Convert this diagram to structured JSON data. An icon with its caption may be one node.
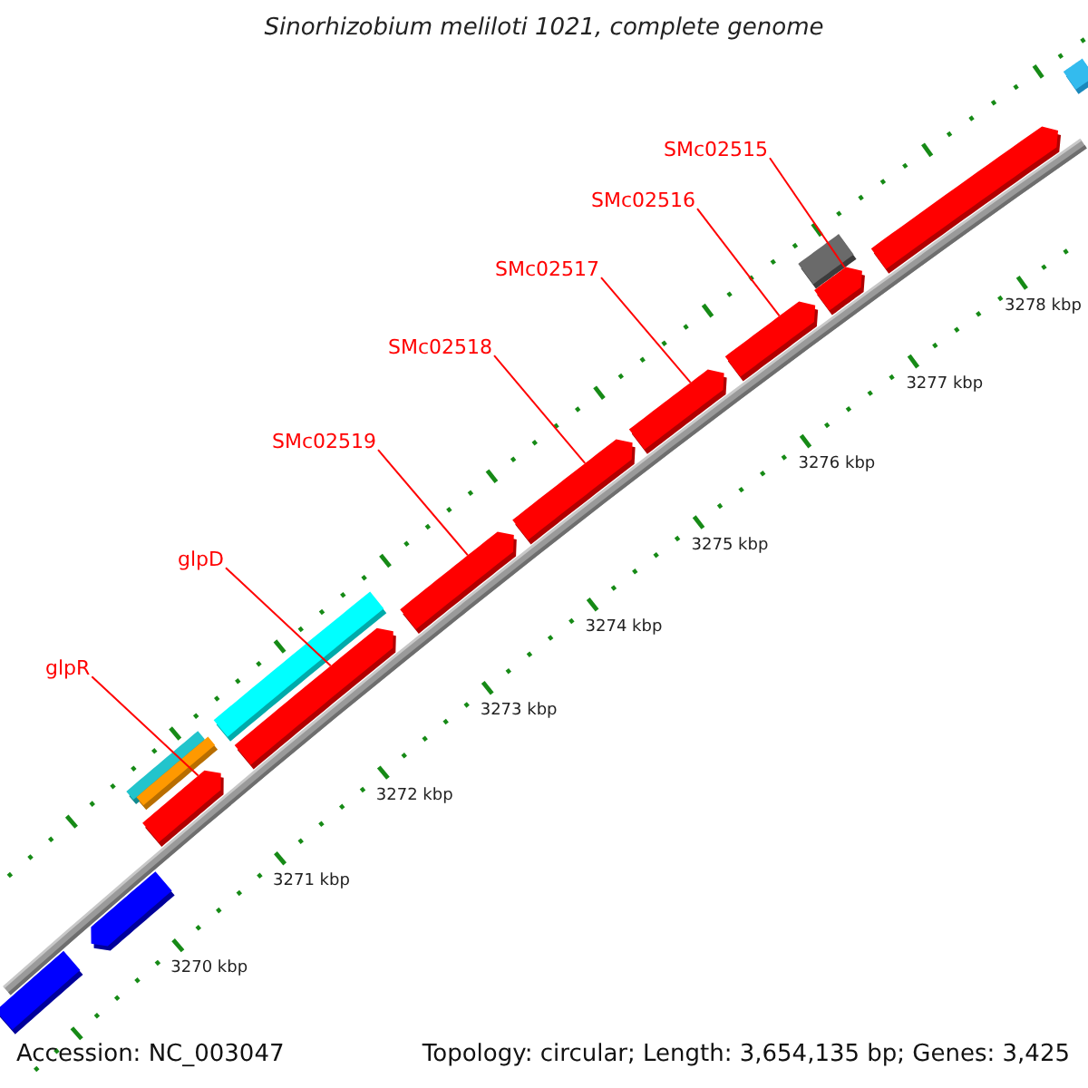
{
  "diagram": {
    "title": "Sinorhizobium meliloti 1021, complete genome",
    "nodes": [
      {
        "text": [
          "SMc02515"
        ]
      },
      {
        "text": [
          "SMc02516"
        ]
      },
      {
        "text": [
          "SMc02517"
        ]
      },
      {
        "text": [
          "SMc02518"
        ]
      },
      {
        "text": [
          "SMc02519"
        ]
      },
      {
        "text": [
          "glpD"
        ]
      },
      {
        "text": [
          "glpR"
        ]
      },
      {
        "text": [],
        "shape": "bar"
      },
      {
        "text": [],
        "shape": "bar"
      },
      {
        "text": [],
        "shape": "bar"
      },
      {
        "text": [],
        "shape": "bar"
      },
      {
        "text": [],
        "shape": "bar"
      },
      {
        "text": [],
        "shape": "bar"
      },
      {
        "text": [],
        "shape": "bar"
      },
      {
        "text": [],
        "shape": "bar"
      },
      {
        "text": [],
        "shape": "bar"
      },
      {
        "text": [],
        "shape": "bar"
      },
      {
        "text": [],
        "shape": "bar"
      },
      {
        "text": [],
        "shape": "bar"
      },
      {
        "text": [],
        "shape": "bar"
      },
      {
        "text": [],
        "shape": "bar"
      },
      {
        "text": [],
        "shape": "bar"
      }
    ],
    "edges": [
      {
        "from": 0,
        "to": 19,
        "arrow": "none"
      },
      {
        "from": 1,
        "to": 17,
        "arrow": "none"
      },
      {
        "from": 2,
        "to": 16,
        "arrow": "none"
      },
      {
        "from": 3,
        "to": 15,
        "arrow": "none"
      },
      {
        "from": 4,
        "to": 14,
        "arrow": "none"
      },
      {
        "from": 5,
        "to": 13,
        "arrow": "none"
      },
      {
        "from": 6,
        "to": 11,
        "arrow": "none"
      }
    ],
    "labels": [
      "3278 kbp",
      "3277 kbp",
      "3276 kbp",
      "3275 kbp",
      "3274 kbp",
      "3273 kbp",
      "3272 kbp",
      "3271 kbp",
      "3270 kbp",
      "Accession: NC_003047",
      "Topology: circular; Length: 3,654,135 bp; Genes: 3,425"
    ]
  }
}
